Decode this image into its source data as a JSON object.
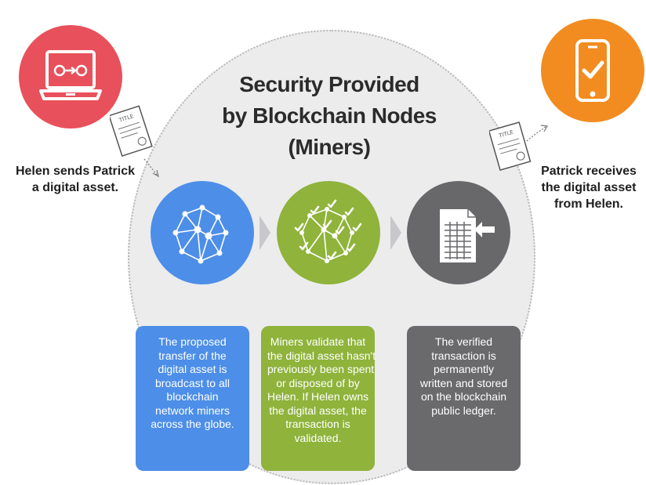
{
  "title": [
    "Security Provided",
    "by Blockchain Nodes",
    "(Miners)"
  ],
  "sender_label": [
    "Helen sends Patrick",
    "a digital asset."
  ],
  "receiver_label": [
    "Patrick receives",
    "the digital asset",
    "from Helen."
  ],
  "document_label": "TITLE",
  "steps": [
    {
      "description": [
        "The proposed",
        "transfer of the",
        "digital asset is",
        "broadcast to all",
        "blockchain",
        "network miners",
        "across the globe."
      ]
    },
    {
      "description": [
        "Miners validate that",
        "the digital asset hasn't",
        "previously been spent",
        "or disposed of by",
        "Helen.  If Helen owns",
        "the digital asset, the",
        "transaction is",
        "validated."
      ]
    },
    {
      "description": [
        "The verified",
        "transaction is",
        "permanently",
        "written and stored",
        "on the blockchain",
        "public ledger."
      ]
    }
  ],
  "colors": {
    "sender": "#e8505b",
    "receiver": "#f28c20",
    "step1": "#4d8ee8",
    "step2": "#8fb33b",
    "step3": "#68686b",
    "oval": "#ececed"
  },
  "icons": [
    "laptop-icon",
    "document-icon",
    "smartphone-check-icon",
    "network-icon",
    "validated-network-icon",
    "ledger-icon"
  ]
}
